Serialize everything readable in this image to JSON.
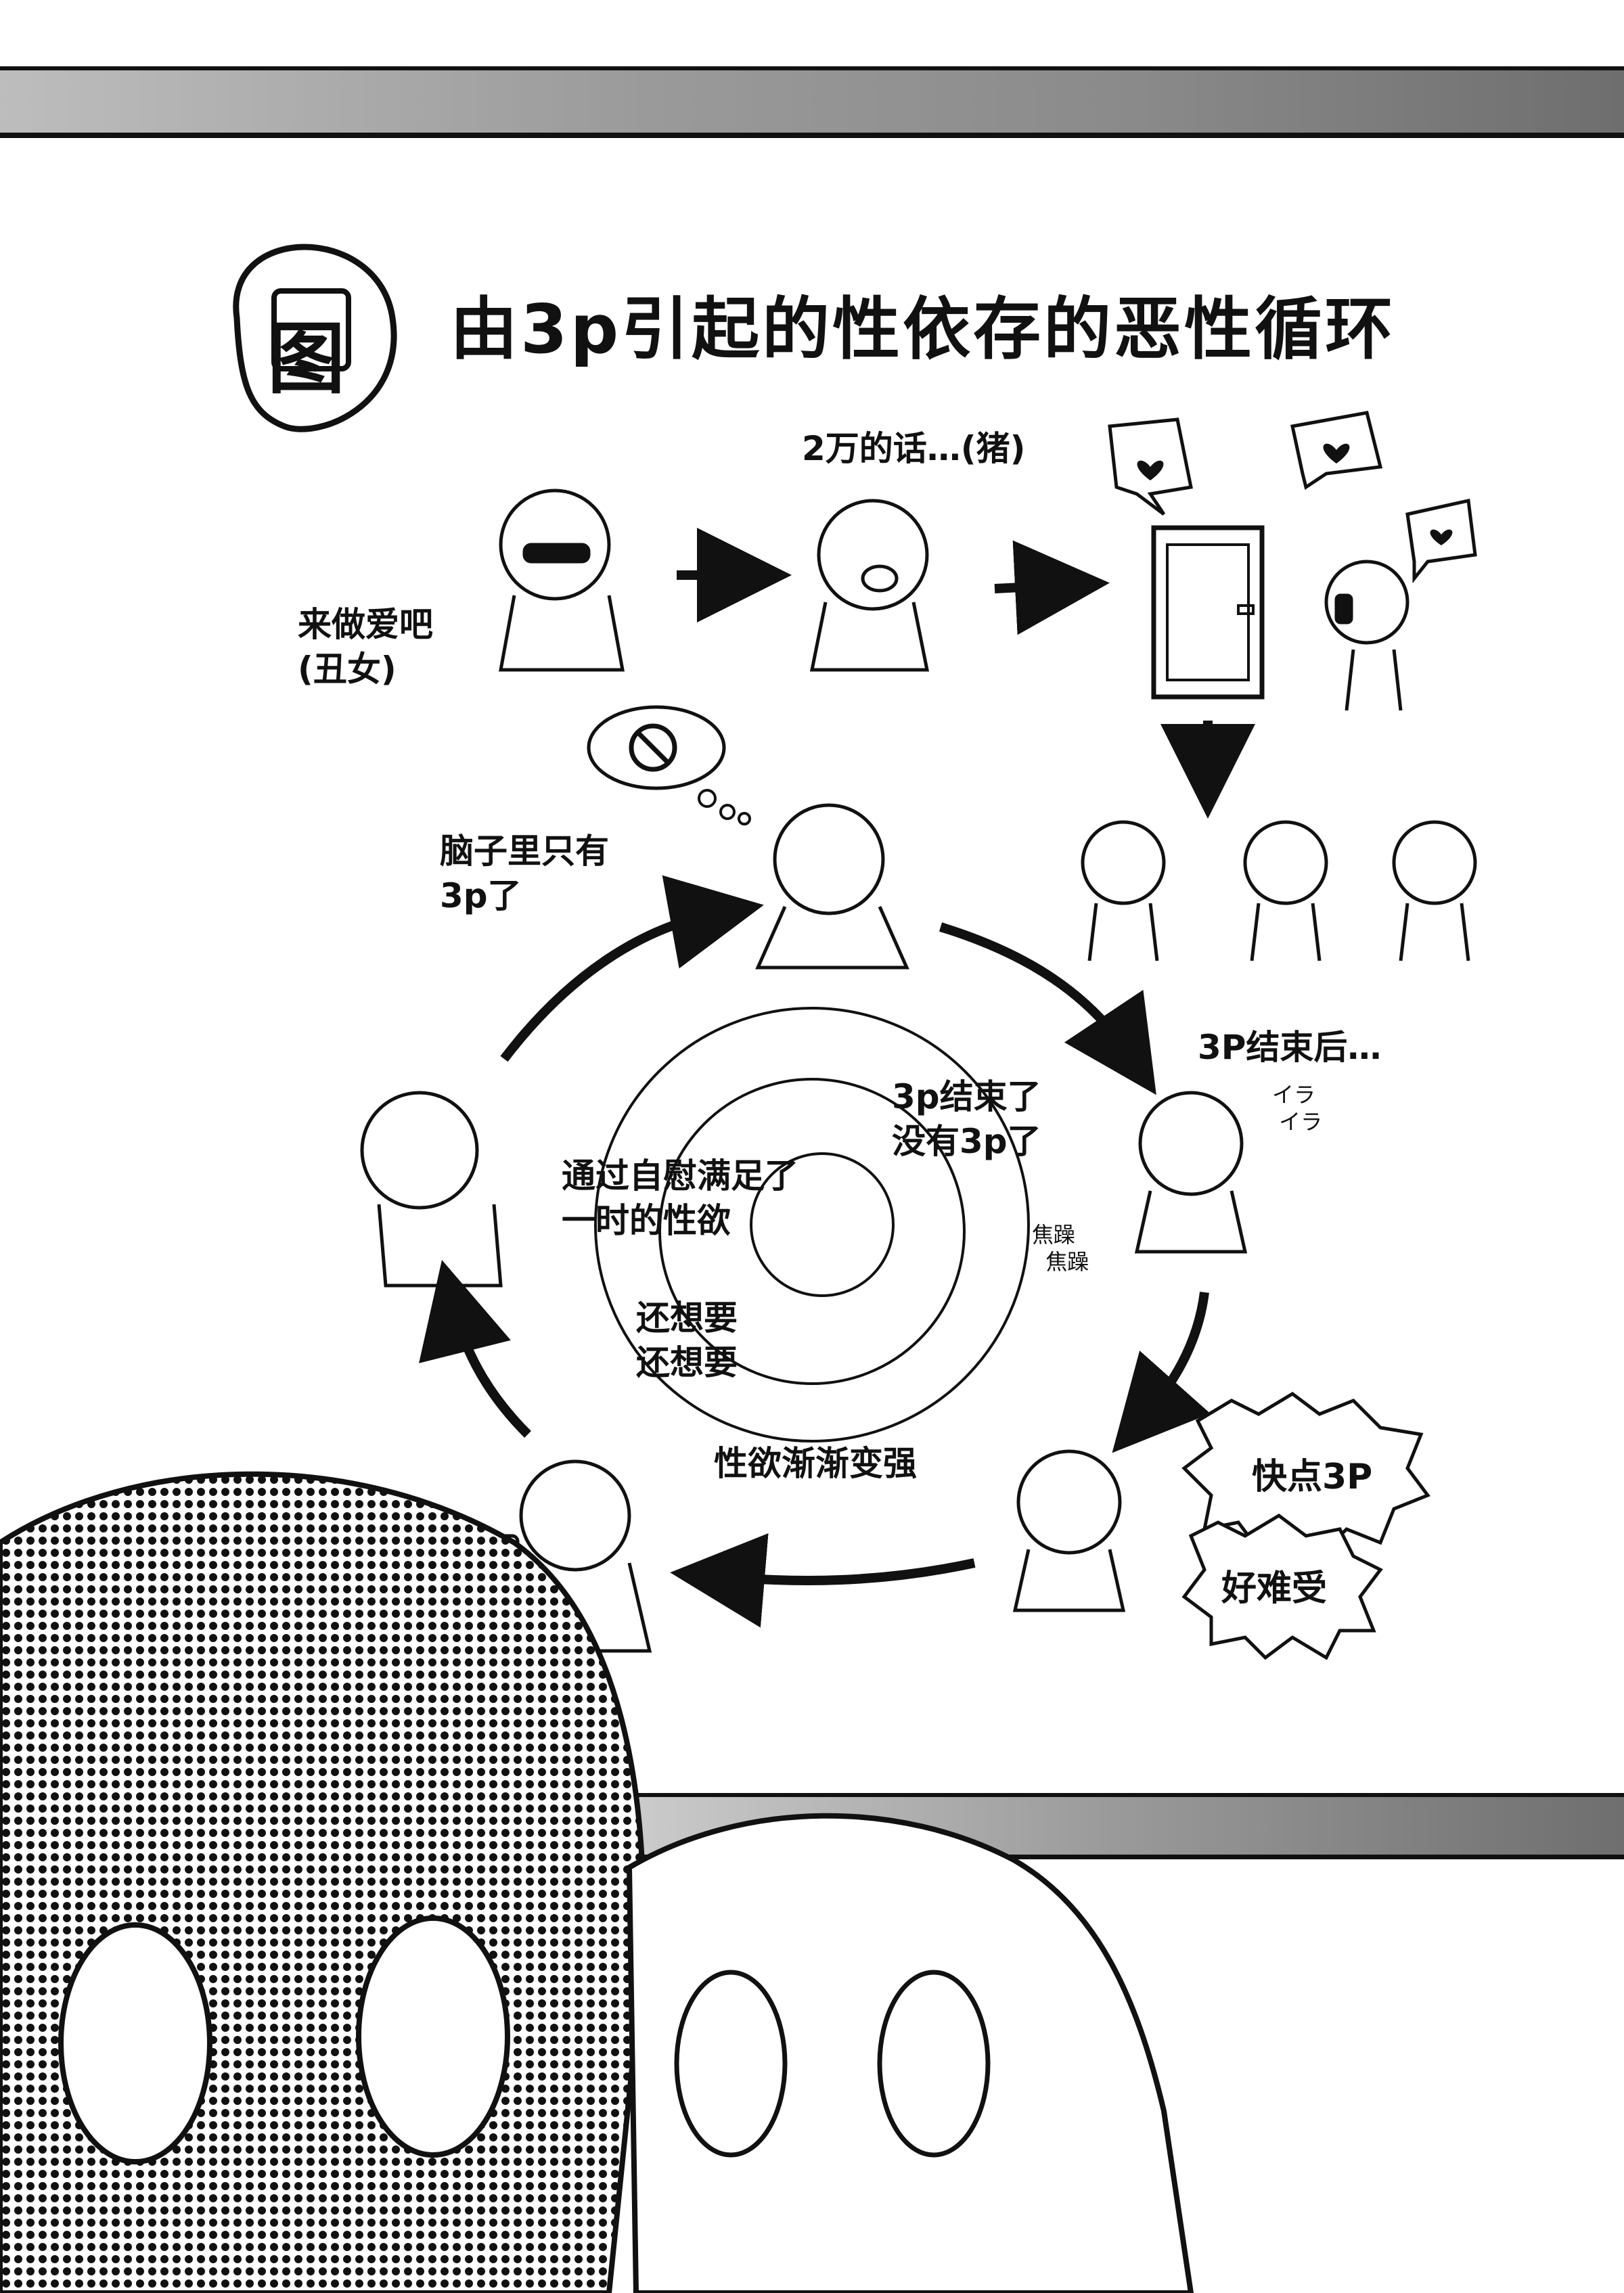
{
  "title": {
    "badge": "图",
    "text": "由3p引起的性依存的恶性循环"
  },
  "captions": {
    "invite": "来做爱吧\n(丑女)",
    "pig": "2万的话…(猪)",
    "brain": "脑子里只有\n3p了",
    "after": "3P结束后…",
    "inner_over": "3p结束了\n没有3p了",
    "masturbate": "通过自慰满足了\n一时的性欲",
    "want": "还想要\n还想要",
    "stronger": "性欲渐渐变强",
    "irritated": "焦躁\n  焦躁",
    "ira": "イラ\n イラ",
    "hurry": "快点3P",
    "suffer": "好难受"
  }
}
